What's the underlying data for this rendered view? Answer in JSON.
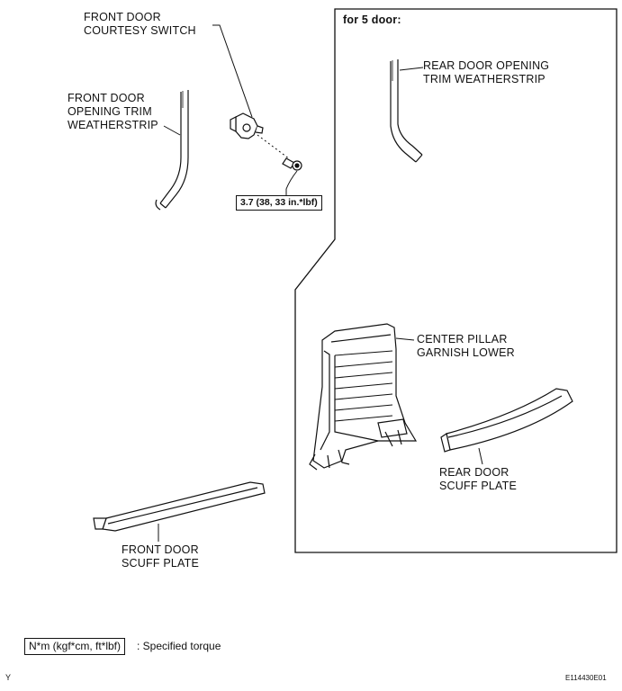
{
  "labels": {
    "front_door_courtesy_switch": [
      "FRONT DOOR",
      "COURTESY SWITCH"
    ],
    "front_door_opening_trim_weatherstrip": [
      "FRONT DOOR",
      "OPENING TRIM",
      "WEATHERSTRIP"
    ],
    "rear_door_opening_trim_weatherstrip": [
      "REAR DOOR OPENING",
      "TRIM WEATHERSTRIP"
    ],
    "center_pillar_garnish_lower": [
      "CENTER PILLAR",
      "GARNISH LOWER"
    ],
    "rear_door_scuff_plate": [
      "REAR DOOR",
      "SCUFF PLATE"
    ],
    "front_door_scuff_plate": [
      "FRONT DOOR",
      "SCUFF PLATE"
    ]
  },
  "inset_title": "for 5 door:",
  "torque_value": "3.7 (38, 33 in.*lbf)",
  "legend": {
    "unit_box": "N*m (kgf*cm, ft*lbf)",
    "description": ": Specified torque"
  },
  "corner_code_left": "Y",
  "figure_id": "E114430E01"
}
